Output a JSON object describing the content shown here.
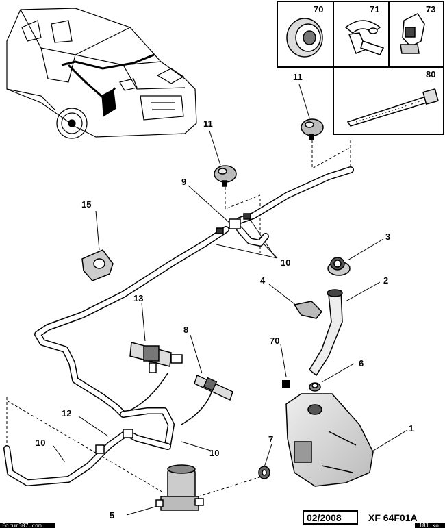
{
  "parts": {
    "p70": "70",
    "p71": "71",
    "p73": "73",
    "p80": "80",
    "p11a": "11",
    "p11b": "11",
    "p9": "9",
    "p15": "15",
    "p10a": "10",
    "p3": "3",
    "p4": "4",
    "p2": "2",
    "p13": "13",
    "p8": "8",
    "p70b": "70",
    "p6": "6",
    "p12": "12",
    "p10b": "10",
    "p10c": "10",
    "p7": "7",
    "p1": "1",
    "p5": "5"
  },
  "footer": {
    "date": "02/2008",
    "ref": "XF 64F01A",
    "site": "Forum307.com",
    "size": "181 ko"
  }
}
